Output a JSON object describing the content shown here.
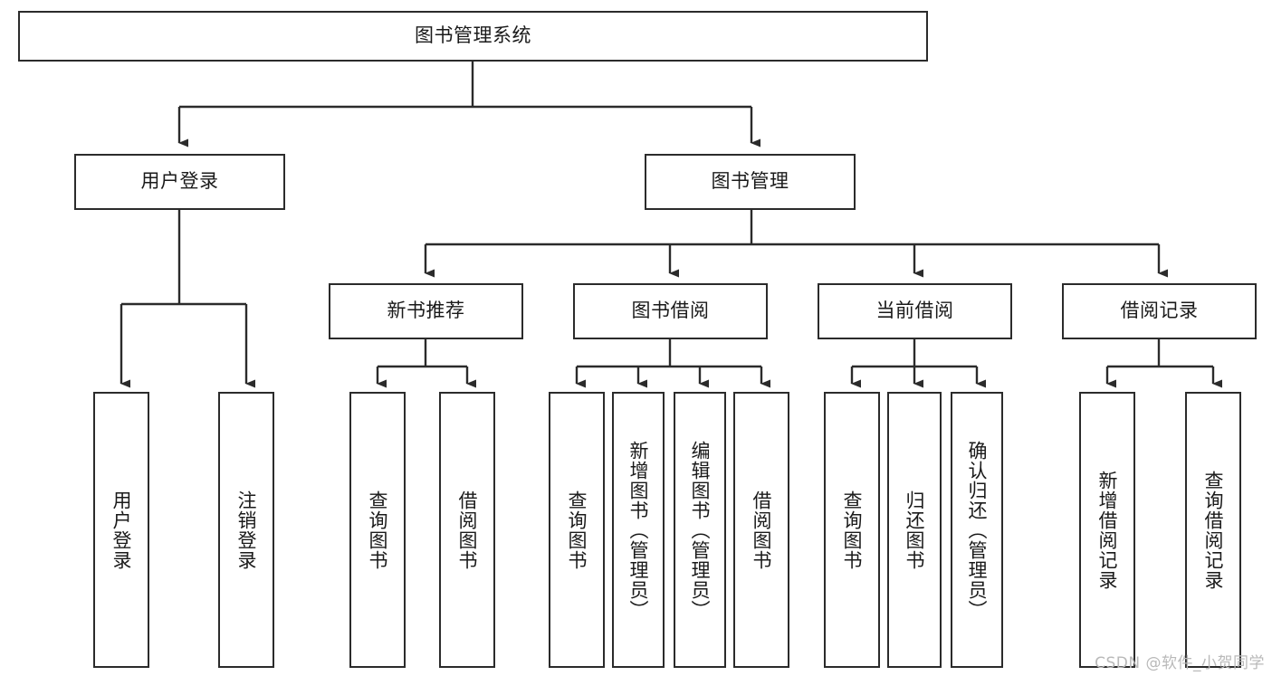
{
  "diagram": {
    "title": "图书管理系统",
    "type": "tree-hierarchy",
    "watermark": "CSDN @软件_小贺同学",
    "line_color": "#2b2b2b",
    "box_fill": "#ffffff",
    "text_color": "#1a1a1a",
    "nodes": {
      "root": {
        "label": "图书管理系统"
      },
      "level1": [
        {
          "id": "user-login",
          "label": "用户登录"
        },
        {
          "id": "book-manage",
          "label": "图书管理"
        }
      ],
      "level2": [
        {
          "id": "new-book-recommend",
          "label": "新书推荐"
        },
        {
          "id": "book-borrow",
          "label": "图书借阅"
        },
        {
          "id": "current-borrow",
          "label": "当前借阅"
        },
        {
          "id": "borrow-record",
          "label": "借阅记录"
        }
      ],
      "leaves": {
        "user_login": [
          {
            "id": "leaf-user-login",
            "label": "用户登录"
          },
          {
            "id": "leaf-user-logout",
            "label": "注销登录"
          }
        ],
        "new_book_recommend": [
          {
            "id": "leaf-query-book-1",
            "label": "查询图书"
          },
          {
            "id": "leaf-borrow-book-1",
            "label": "借阅图书"
          }
        ],
        "book_borrow": [
          {
            "id": "leaf-query-book-2",
            "label": "查询图书"
          },
          {
            "id": "leaf-add-book",
            "label": "新增图书（管理员）"
          },
          {
            "id": "leaf-edit-book",
            "label": "编辑图书（管理员）"
          },
          {
            "id": "leaf-borrow-book-2",
            "label": "借阅图书"
          }
        ],
        "current_borrow": [
          {
            "id": "leaf-query-book-3",
            "label": "查询图书"
          },
          {
            "id": "leaf-return-book",
            "label": "归还图书"
          },
          {
            "id": "leaf-confirm-return",
            "label": "确认归还（管理员）"
          }
        ],
        "borrow_record": [
          {
            "id": "leaf-add-record",
            "label": "新增借阅记录"
          },
          {
            "id": "leaf-query-record",
            "label": "查询借阅记录"
          }
        ]
      }
    }
  }
}
